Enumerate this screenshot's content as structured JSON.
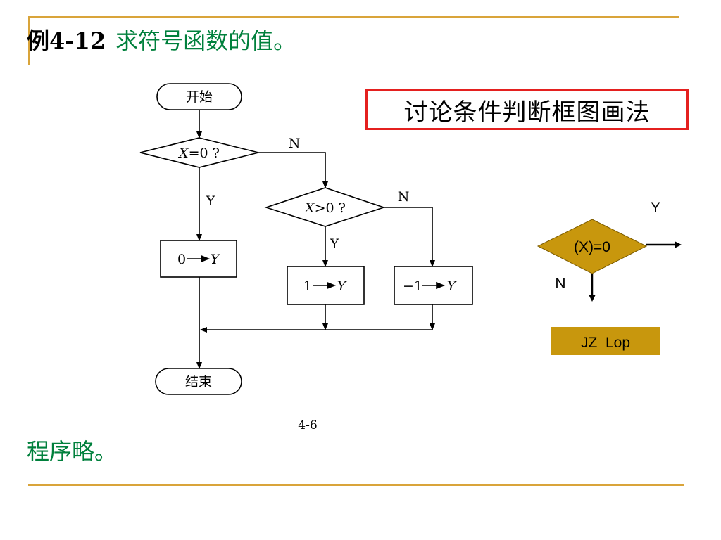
{
  "title": {
    "example": "例4-12",
    "topic": "求符号函数的值。"
  },
  "note": "程序略。",
  "callout": "讨论条件判断框图画法",
  "flowchart": {
    "start": "开始",
    "end": "结束",
    "decision1": {
      "var": "X",
      "rest": "=0 ?"
    },
    "decision2": {
      "var": "X",
      "rest": ">0 ?"
    },
    "yes": "Y",
    "no": "N",
    "box_zero": {
      "value": "0",
      "target": "Y"
    },
    "box_pos": {
      "value": "1",
      "target": "Y"
    },
    "box_neg": {
      "value": "−1",
      "target": "Y"
    },
    "figure_label": "4-6"
  },
  "side_diagram": {
    "condition": "(X)=0",
    "yes": "Y",
    "no": "N",
    "instruction": "JZ  Lop"
  },
  "colors": {
    "frame_line": "#d9a43a",
    "title_green": "#00803c",
    "callout_border": "#e4201f",
    "side_fill": "#c8970d"
  }
}
